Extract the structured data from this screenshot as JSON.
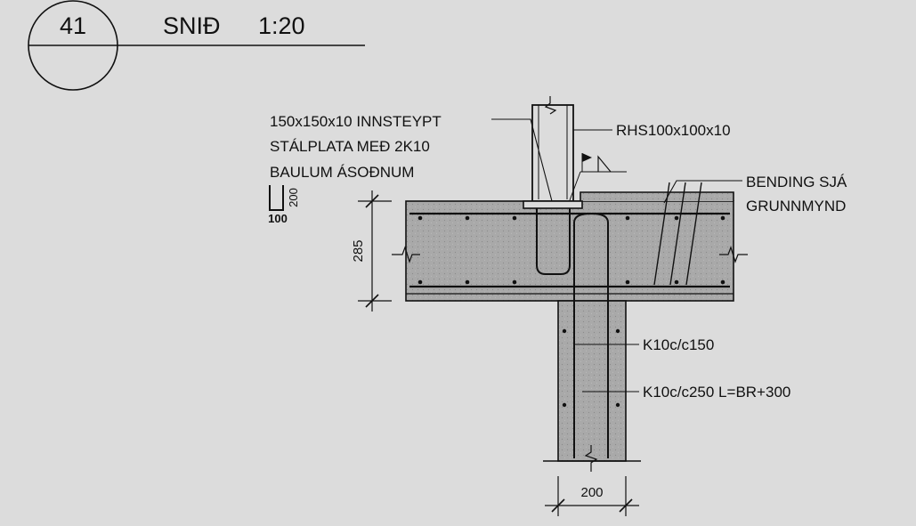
{
  "header": {
    "detail_number": "41",
    "title": "SNIÐ",
    "scale": "1:20"
  },
  "labels": {
    "plate_line1": "150x150x10 INNSTEYPT",
    "plate_line2": "STÁLPLATA MEÐ 2K10",
    "plate_line3": "BAULUM ÁSOÐNUM",
    "rhs": "RHS100x100x10",
    "bending_line1": "BENDING SJÁ",
    "bending_line2": "GRUNNMYND",
    "rebar_1": "K10c/c150",
    "rebar_2": "K10c/c250 L=BR+300"
  },
  "dimensions": {
    "slab_thickness": "285",
    "wall_width": "200",
    "hook_height": "200",
    "hook_width": "100"
  },
  "colors": {
    "background": "#dcdcdc",
    "line": "#111111",
    "concrete": "#a9a9a9"
  }
}
